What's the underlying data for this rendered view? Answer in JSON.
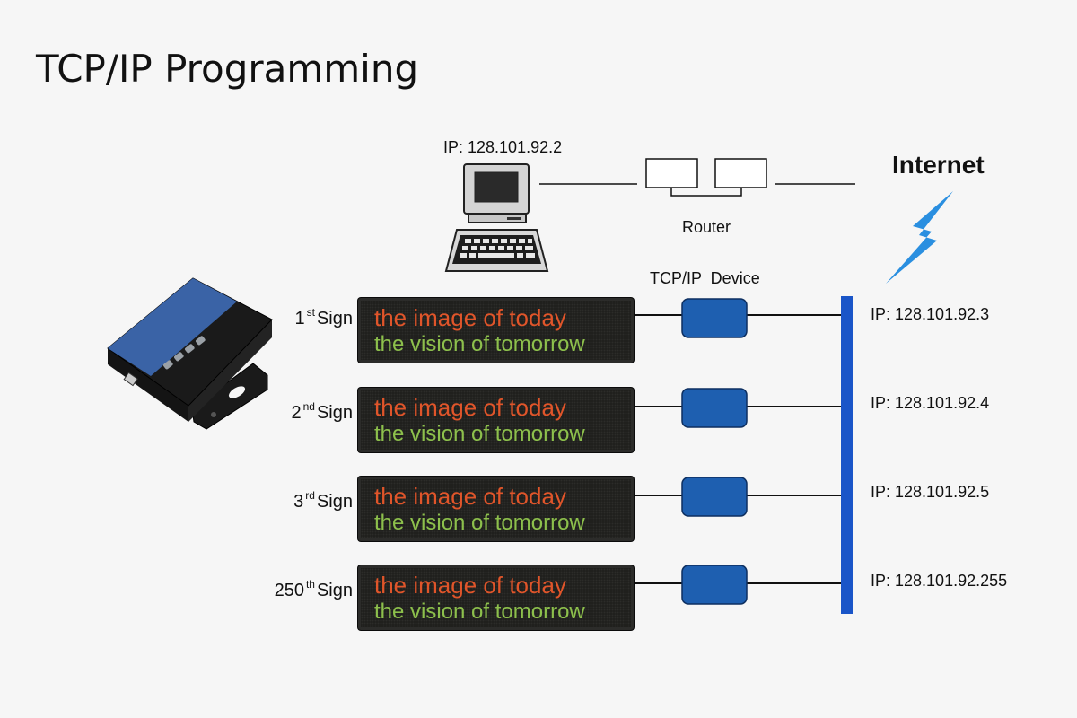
{
  "title": "TCP/IP Programming",
  "computer": {
    "ip": "IP: 128.101.92.2",
    "icon": "computer-terminal-icon"
  },
  "router": {
    "label": "Router"
  },
  "internet": {
    "label": "Internet",
    "icon": "lightning-icon",
    "color": "#2a8fe0"
  },
  "tcp_device": {
    "label": "TCP/IP  Device",
    "color": "#1e5fb0"
  },
  "bus_color": "#1a55c8",
  "signs": [
    {
      "num": "1",
      "suffix": "st",
      "word": "Sign",
      "line1": "the image of today",
      "line2": "the vision of tomorrow",
      "ip": "IP: 128.101.92.3"
    },
    {
      "num": "2",
      "suffix": "nd",
      "word": "Sign",
      "line1": "the image of today",
      "line2": "the vision of tomorrow",
      "ip": "IP: 128.101.92.4"
    },
    {
      "num": "3",
      "suffix": "rd",
      "word": "Sign",
      "line1": "the image of today",
      "line2": "the vision of tomorrow",
      "ip": "IP: 128.101.92.5"
    },
    {
      "num": "250",
      "suffix": "th",
      "word": "Sign",
      "line1": "the image of today",
      "line2": "the vision of tomorrow",
      "ip": "IP: 128.101.92.255"
    }
  ],
  "sign_colors": {
    "line1": "#e0552a",
    "line2": "#8dc04c"
  }
}
